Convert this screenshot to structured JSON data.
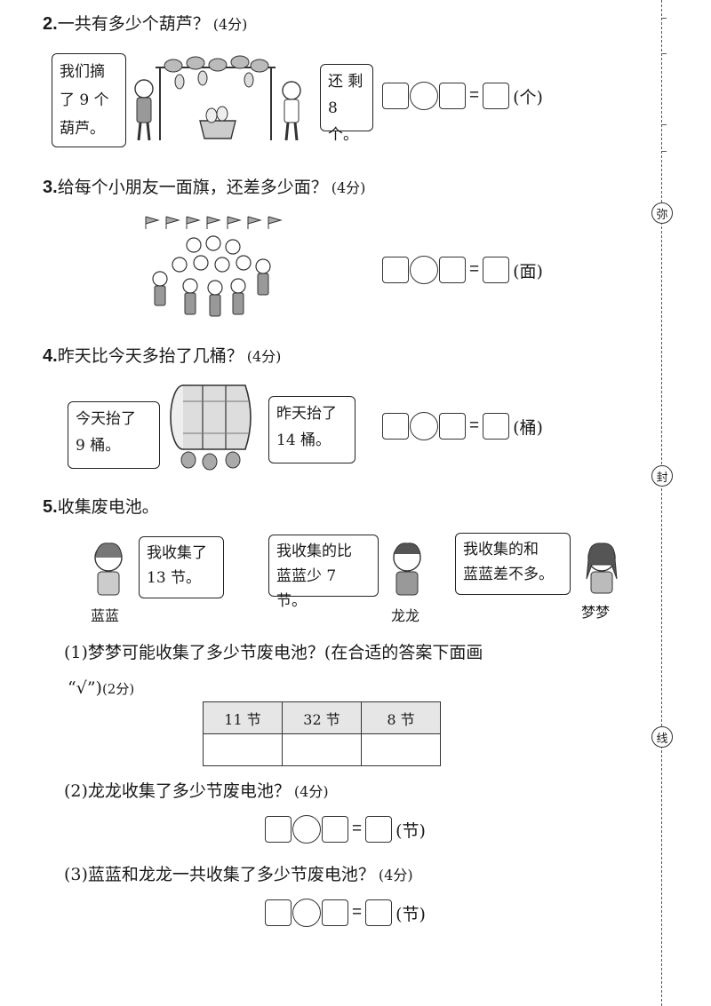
{
  "q2": {
    "num": "2.",
    "text": "一共有多少个葫芦？",
    "score": "(4分)",
    "bubble_left": [
      "我们摘",
      "了 9 个",
      "葫芦。"
    ],
    "bubble_right": [
      "还 剩",
      "8 个。"
    ],
    "unit": "(个)"
  },
  "q3": {
    "num": "3.",
    "text": "给每个小朋友一面旗，还差多少面？",
    "score": "(4分)",
    "unit": "(面)"
  },
  "q4": {
    "num": "4.",
    "text": "昨天比今天多抬了几桶？",
    "score": "(4分)",
    "bubble_left": [
      "今天抬了",
      "9 桶。"
    ],
    "bubble_right": [
      "昨天抬了",
      "14 桶。"
    ],
    "unit": "(桶)"
  },
  "q5": {
    "num": "5.",
    "text": "收集废电池。",
    "b1": [
      "我收集了",
      "13 节。"
    ],
    "b2": [
      "我收集的比",
      "蓝蓝少 7 节。"
    ],
    "b3": [
      "我收集的和",
      "蓝蓝差不多。"
    ],
    "names": [
      "蓝蓝",
      "龙龙",
      "梦梦"
    ],
    "sub1": "(1)梦梦可能收集了多少节废电池？(在合适的答案下面画",
    "sub1b": "“√”)",
    "sub1_score": "(2分)",
    "options": [
      "11 节",
      "32 节",
      "8 节"
    ],
    "sub2": "(2)龙龙收集了多少节废电池？",
    "sub2_score": "(4分)",
    "sub3": "(3)蓝蓝和龙龙一共收集了多少节废电池？",
    "sub3_score": "(4分)",
    "unit": "(节)"
  },
  "eq_sign": "=",
  "margin_labels": [
    "弥",
    "封",
    "线"
  ]
}
